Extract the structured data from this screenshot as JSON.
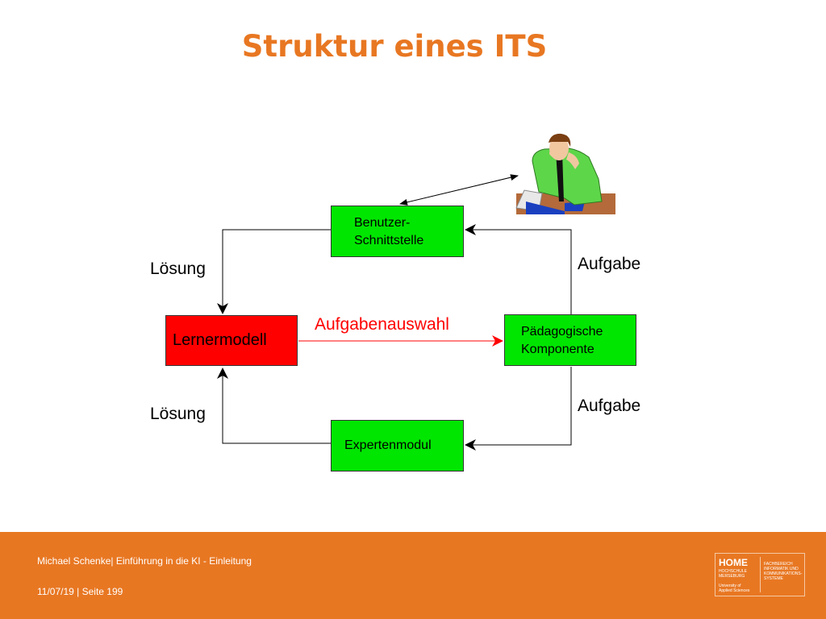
{
  "slide": {
    "title": "Struktur eines ITS"
  },
  "diagram": {
    "nodes": {
      "benutzer": {
        "line1": "Benutzer-",
        "line2": "Schnittstelle"
      },
      "lernermodell": {
        "text": "Lernermodell"
      },
      "paedagogisch": {
        "line1": "Pädagogische",
        "line2": "Komponente"
      },
      "experten": {
        "text": "Expertenmodul"
      }
    },
    "edges": {
      "loesung_top": "Lösung",
      "loesung_bottom": "Lösung",
      "aufgabe_top": "Aufgabe",
      "aufgabe_bottom": "Aufgabe",
      "aufgabenauswahl": "Aufgabenauswahl"
    },
    "colors": {
      "module": "#00e600",
      "learner": "#ff0000",
      "accent": "#e87722"
    },
    "illustration_icon": "person-at-desk-icon"
  },
  "footer": {
    "author_line": "Michael Schenke| Einführung in die KI - Einleitung",
    "date_page": "11/07/19 | Seite 199",
    "logo": {
      "brand": "HOME",
      "left_line1": "HOCHSCHULE",
      "left_line2": "MERSEBURG",
      "left_line3": "University of",
      "left_line4": "Applied Sciences",
      "right_line1": "FACHBEREICH",
      "right_line2": "INFORMATIK UND",
      "right_line3": "KOMMUNIKATIONS-",
      "right_line4": "SYSTEME"
    }
  }
}
